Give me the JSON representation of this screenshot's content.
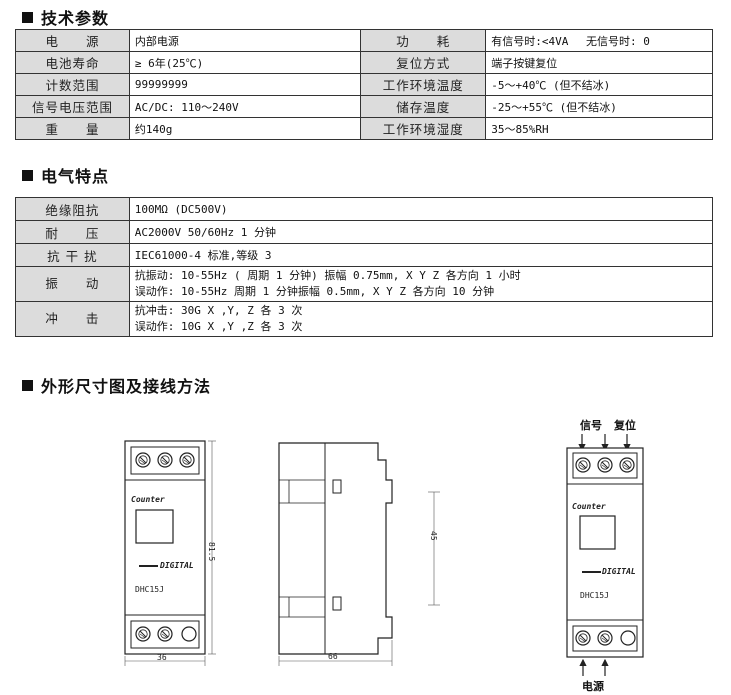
{
  "sections": {
    "tech": "技术参数",
    "electrical": "电气特点",
    "dimension": "外形尺寸图及接线方法"
  },
  "tech_table": [
    [
      "电　　源",
      "内部电源",
      "功　　耗",
      "有信号时:<4VA　 无信号时: 0"
    ],
    [
      "电池寿命",
      "≥ 6年(25℃)",
      "复位方式",
      "端子按键复位"
    ],
    [
      "计数范围",
      "99999999",
      "工作环境温度",
      "-5～+40℃ (但不结冰)"
    ],
    [
      "信号电压范围",
      "AC/DC: 110～240V",
      "储存温度",
      "-25～+55℃ (但不结冰)"
    ],
    [
      "重　　量",
      "约140g",
      "工作环境湿度",
      "35～85%RH"
    ]
  ],
  "elec_table": [
    {
      "label": "绝缘阻抗",
      "lines": [
        "100MΩ  (DC500V)"
      ]
    },
    {
      "label": "耐　　压",
      "lines": [
        "AC2000V 50/60Hz 1 分钟"
      ]
    },
    {
      "label": "抗 干 扰",
      "lines": [
        "IEC61000-4 标准,等级 3"
      ]
    },
    {
      "label": "振　　动",
      "lines": [
        "抗振动: 10-55Hz ( 周期 1 分钟) 振幅 0.75mm, X Y Z 各方向 1 小时",
        "误动作: 10-55Hz 周期 1 分钟振幅 0.5mm, X Y Z 各方向 10 分钟"
      ]
    },
    {
      "label": "冲　　击",
      "lines": [
        "抗冲击: 30G X ,Y, Z 各 3 次",
        "误动作: 10G X ,Y ,Z 各 3 次"
      ]
    }
  ],
  "diagram": {
    "front": {
      "brand": "Counter",
      "logo": "DIGITAL",
      "model": "DHC15J",
      "dim_height": "81.5",
      "dim_width": "36"
    },
    "side": {
      "dim_rail": "45",
      "dim_depth": "66"
    },
    "wiring": {
      "brand": "Counter",
      "logo": "DIGITAL",
      "model": "DHC15J",
      "signal": "信号",
      "reset": "复位",
      "power": "电源"
    }
  }
}
